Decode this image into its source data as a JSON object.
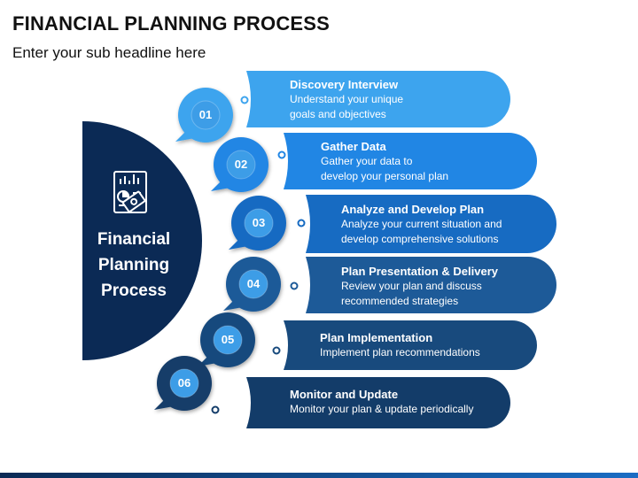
{
  "slide": {
    "title": "FINANCIAL PLANNING PROCESS",
    "subtitle": "Enter your sub headline here"
  },
  "center": {
    "label": "Financial\nPlanning\nProcess",
    "icon": "financial-report-icon"
  },
  "steps": [
    {
      "number": "01",
      "title": "Discovery Interview",
      "description": "Understand your unique\ngoals and objectives",
      "color": "#3da4ee"
    },
    {
      "number": "02",
      "title": "Gather Data",
      "description": "Gather your data to\ndevelop your personal plan",
      "color": "#2186e4"
    },
    {
      "number": "03",
      "title": "Analyze and Develop Plan",
      "description": "Analyze your current situation and\ndevelop comprehensive solutions",
      "color": "#176bc2"
    },
    {
      "number": "04",
      "title": "Plan Presentation & Delivery",
      "description": "Review your plan and discuss\nrecommended strategies",
      "color": "#1d5a98"
    },
    {
      "number": "05",
      "title": "Plan Implementation",
      "description": "Implement plan recommendations",
      "color": "#184a7d"
    },
    {
      "number": "06",
      "title": "Monitor and Update",
      "description": "Monitor your plan & update periodically",
      "color": "#133c69"
    }
  ],
  "colors": {
    "center_fill": "#0b2a55",
    "number_circle": "#3e9de7",
    "bottom_bar": "#0b2a55"
  }
}
